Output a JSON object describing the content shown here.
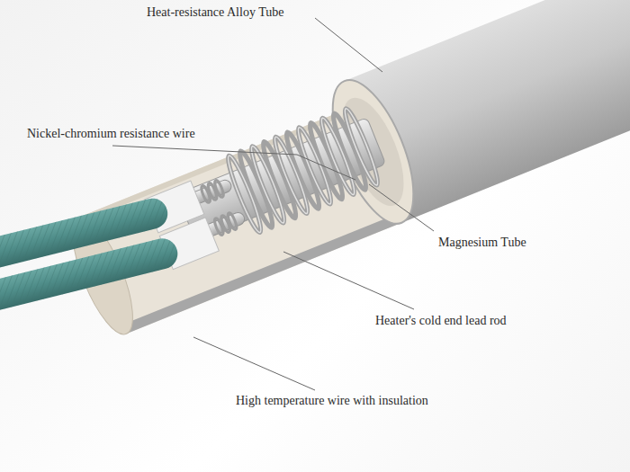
{
  "diagram": {
    "labels": [
      "Heat-resistance Alloy Tube",
      "Nickel-chromium resistance wire",
      "Magnesium Tube",
      "Heater's cold end lead rod",
      "High temperature wire with insulation"
    ]
  }
}
